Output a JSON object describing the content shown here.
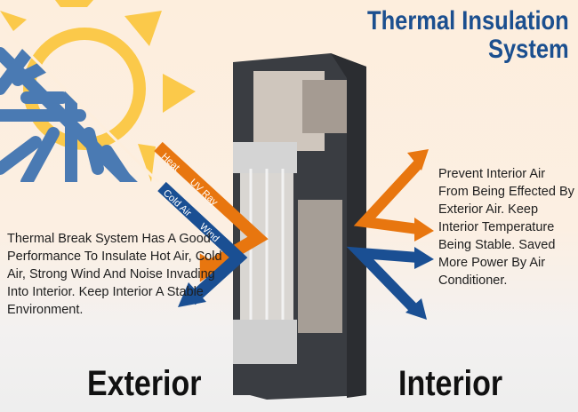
{
  "title": {
    "line1": "Thermal Insulation",
    "line2": "System"
  },
  "labels": {
    "heat": "Heat",
    "uv_ray": "UV Ray",
    "cold_air": "Cold Air",
    "wind": "Wind"
  },
  "left_description": "Thermal Break System Has A Good Performance To Insulate Hot Air, Cold Air, Strong Wind And Noise Invading Into Interior. Keep Interior A Stable Environment.",
  "right_description": "Prevent Interior Air From Being Effected By Exterior Air. Keep Interior Temperature Being Stable. Saved More Power By Air Conditioner.",
  "exterior_label": "Exterior",
  "interior_label": "Interior",
  "colors": {
    "title": "#1b4f8f",
    "orange": "#e8760f",
    "blue": "#1a4f93",
    "sun": "#fbc94a",
    "snow": "#4a7ab3",
    "frame": "#3a3d42"
  }
}
